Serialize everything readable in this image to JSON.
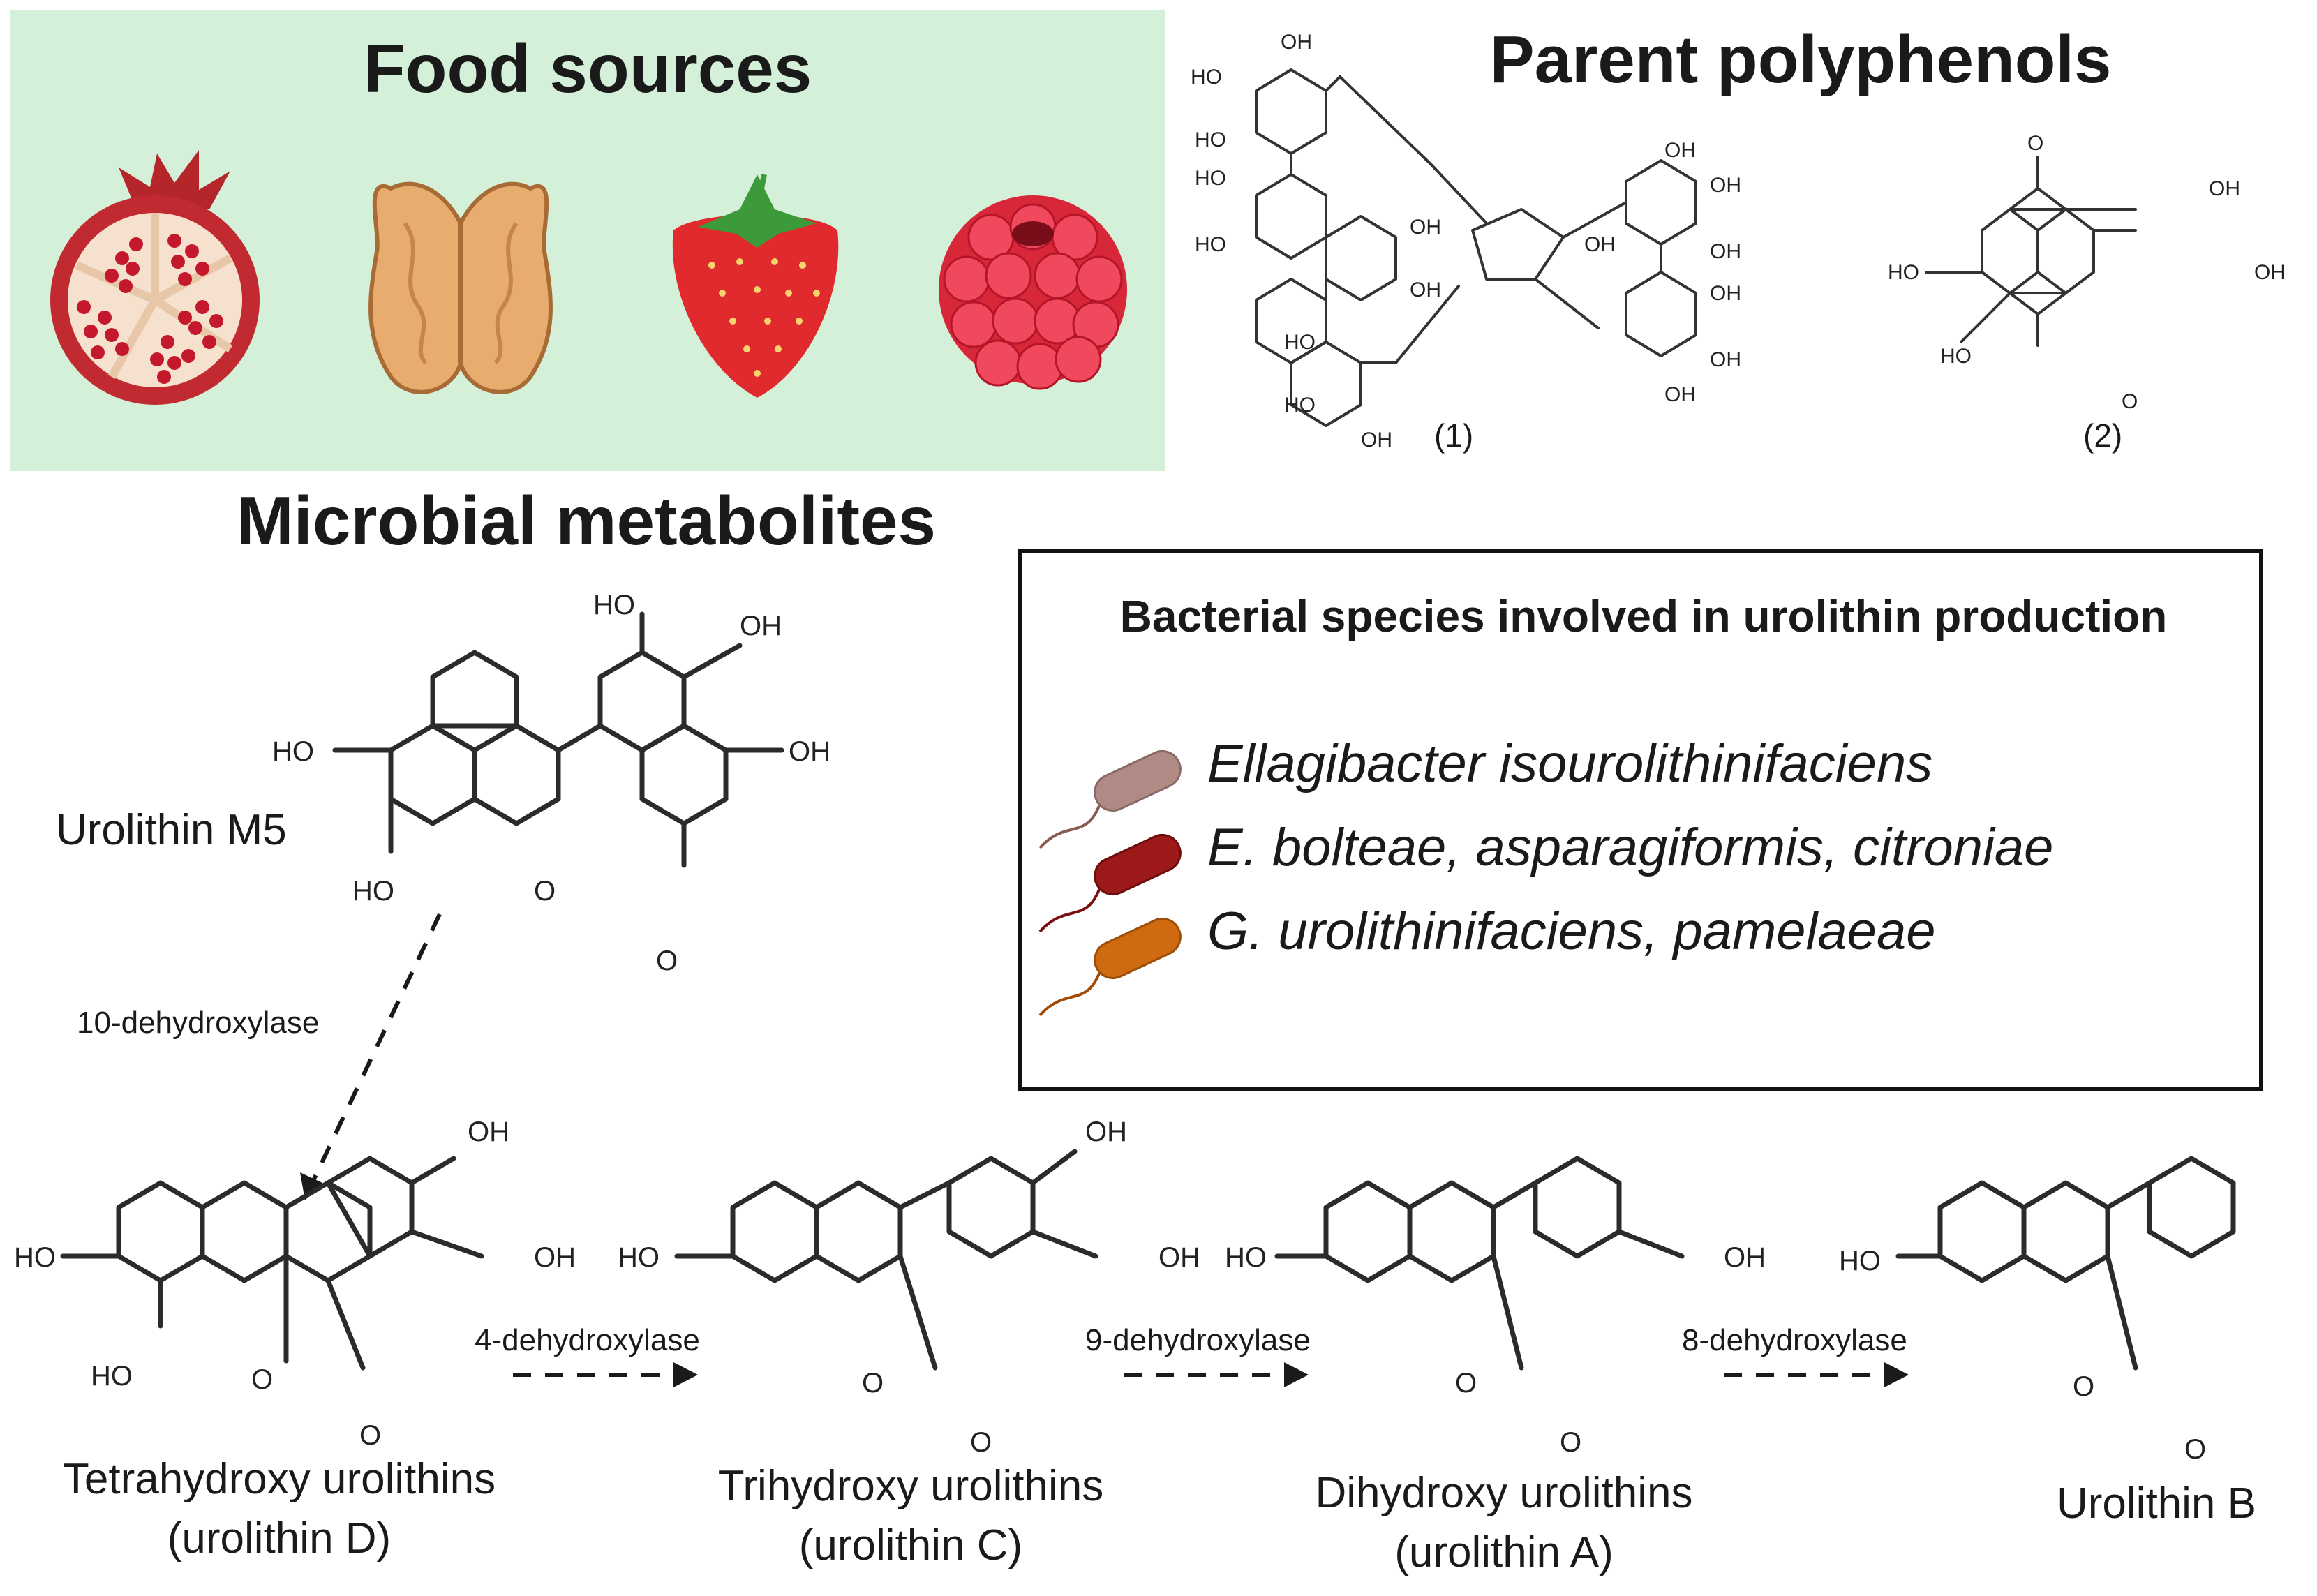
{
  "food_panel": {
    "title": "Food sources",
    "background": "#d5f0d9",
    "title_color": "#176b2c",
    "items": [
      "pomegranate-icon",
      "walnut-icon",
      "strawberry-icon",
      "raspberry-icon"
    ]
  },
  "parent_panel": {
    "title": "Parent polyphenols",
    "title_color": "#5f3f93",
    "compound1_label": "(1)",
    "compound2_label": "(2)"
  },
  "metabolites": {
    "title": "Microbial metabolites",
    "m5_label": "Urolithin M5",
    "d_line1": "Tetrahydroxy urolithins",
    "d_line2": "(urolithin D)",
    "c_line1": "Trihydroxy urolithins",
    "c_line2": "(urolithin C)",
    "a_line1": "Dihydroxy urolithins",
    "a_line2": "(urolithin A)",
    "b_label": "Urolithin B",
    "enzyme_10": "10-dehydroxylase",
    "enzyme_4": "4-dehydroxylase",
    "enzyme_9": "9-dehydroxylase",
    "enzyme_8": "8-dehydroxylase"
  },
  "bacteria": {
    "title": "Bacterial species involved in urolithin production",
    "species": [
      {
        "name": "Ellagibacter isourolithinifaciens",
        "color": "#b08a84"
      },
      {
        "name": "E. bolteae, asparagiformis, citroniae",
        "color": "#9e1a1a"
      },
      {
        "name": "G. urolithinifaciens, pamelaeae",
        "color": "#d06a10"
      }
    ]
  },
  "atom_labels": {
    "oh": "OH",
    "ho": "HO",
    "o": "O"
  }
}
